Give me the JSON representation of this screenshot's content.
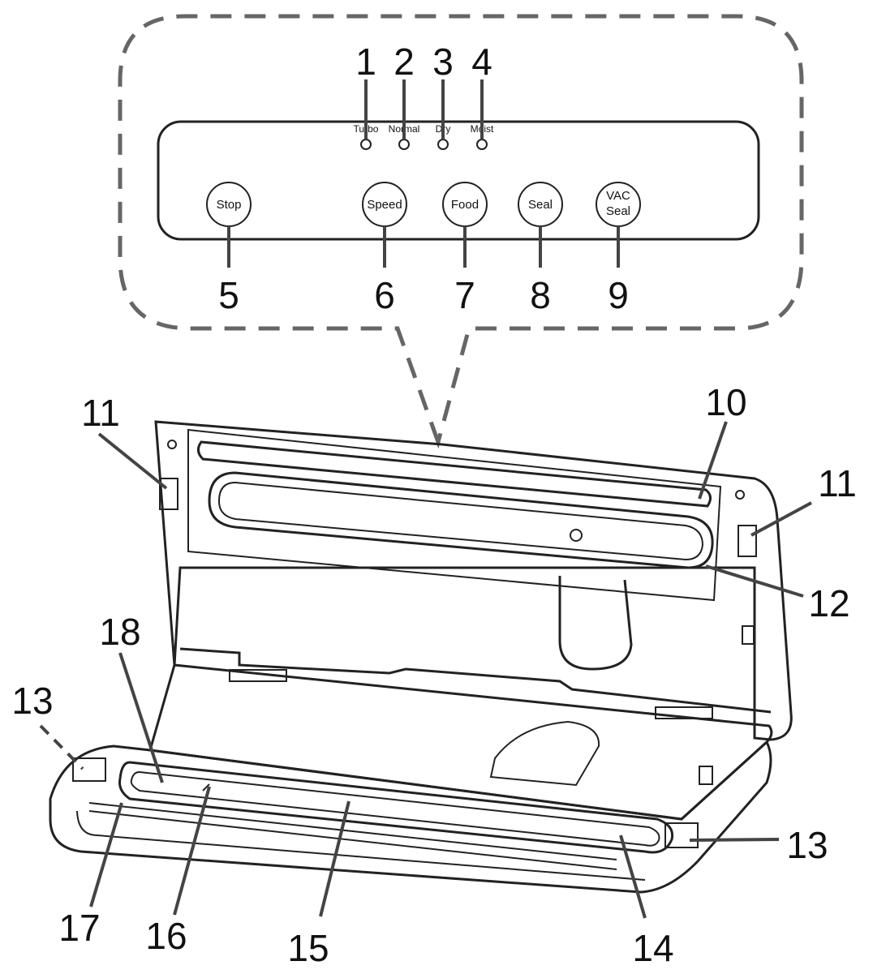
{
  "panel": {
    "leds": [
      {
        "number": "1",
        "label": "Turbo"
      },
      {
        "number": "2",
        "label": "Normal"
      },
      {
        "number": "3",
        "label": "Dry"
      },
      {
        "number": "4",
        "label": "Moist"
      }
    ],
    "buttons": [
      {
        "number": "5",
        "label": "Stop"
      },
      {
        "number": "6",
        "label": "Speed"
      },
      {
        "number": "7",
        "label": "Food"
      },
      {
        "number": "8",
        "label": "Seal"
      },
      {
        "number": "9",
        "label_line1": "VAC",
        "label_line2": "Seal"
      }
    ]
  },
  "device_callouts": [
    "10",
    "11",
    "11",
    "12",
    "13",
    "13",
    "14",
    "15",
    "16",
    "17",
    "18"
  ]
}
